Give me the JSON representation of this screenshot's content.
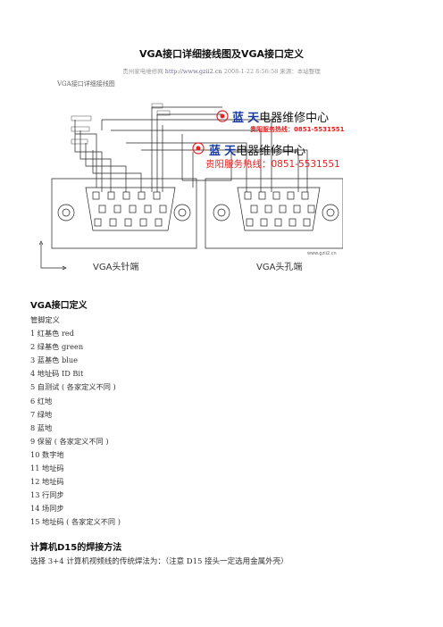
{
  "header": {
    "title": "VGA接口详细接线图及VGA接口定义",
    "source_site": "贵州家电维修网",
    "source_url": "http://www.gzii2.cn",
    "date": "2008-1-22 8:56:58",
    "origin": "来源：本站整理"
  },
  "figure": {
    "caption": "VGA接口详细接线图",
    "logo_main": "电器维修中心",
    "logo_blue_chars": [
      "蓝",
      "天"
    ],
    "hotline_label": "贵阳服务热线：",
    "hotline_number": "0851-5531551",
    "hotline2_label": "贵阳服务热线：",
    "left_connector_label": "VGA头针端",
    "right_connector_label": "VGA头孔端",
    "site_mark": "www.gzii2.cn",
    "colors": {
      "accent_red": "#e62020",
      "accent_blue": "#1a3a9e"
    }
  },
  "section_pins": {
    "heading": "VGA接口定义",
    "intro": "管脚定义",
    "items": [
      "1 红基色 red",
      "2 绿基色 green",
      "3 蓝基色 blue",
      "4 地址码 ID Bit",
      "5 自测试 ( 各家定义不同 )",
      "6 红地",
      "7 绿地",
      "8 蓝地",
      "9 保留 ( 各家定义不同 )",
      "10 数字地",
      "11 地址码",
      "12 地址码",
      "13 行同步",
      "14 场同步",
      "15 地址码 ( 各家定义不同 )"
    ]
  },
  "section_solder": {
    "heading": "计算机D15的焊接方法",
    "text": "选择 3+4 计算机视频线的传统焊法为：（注意 D15 接头一定选用金属外壳）"
  }
}
